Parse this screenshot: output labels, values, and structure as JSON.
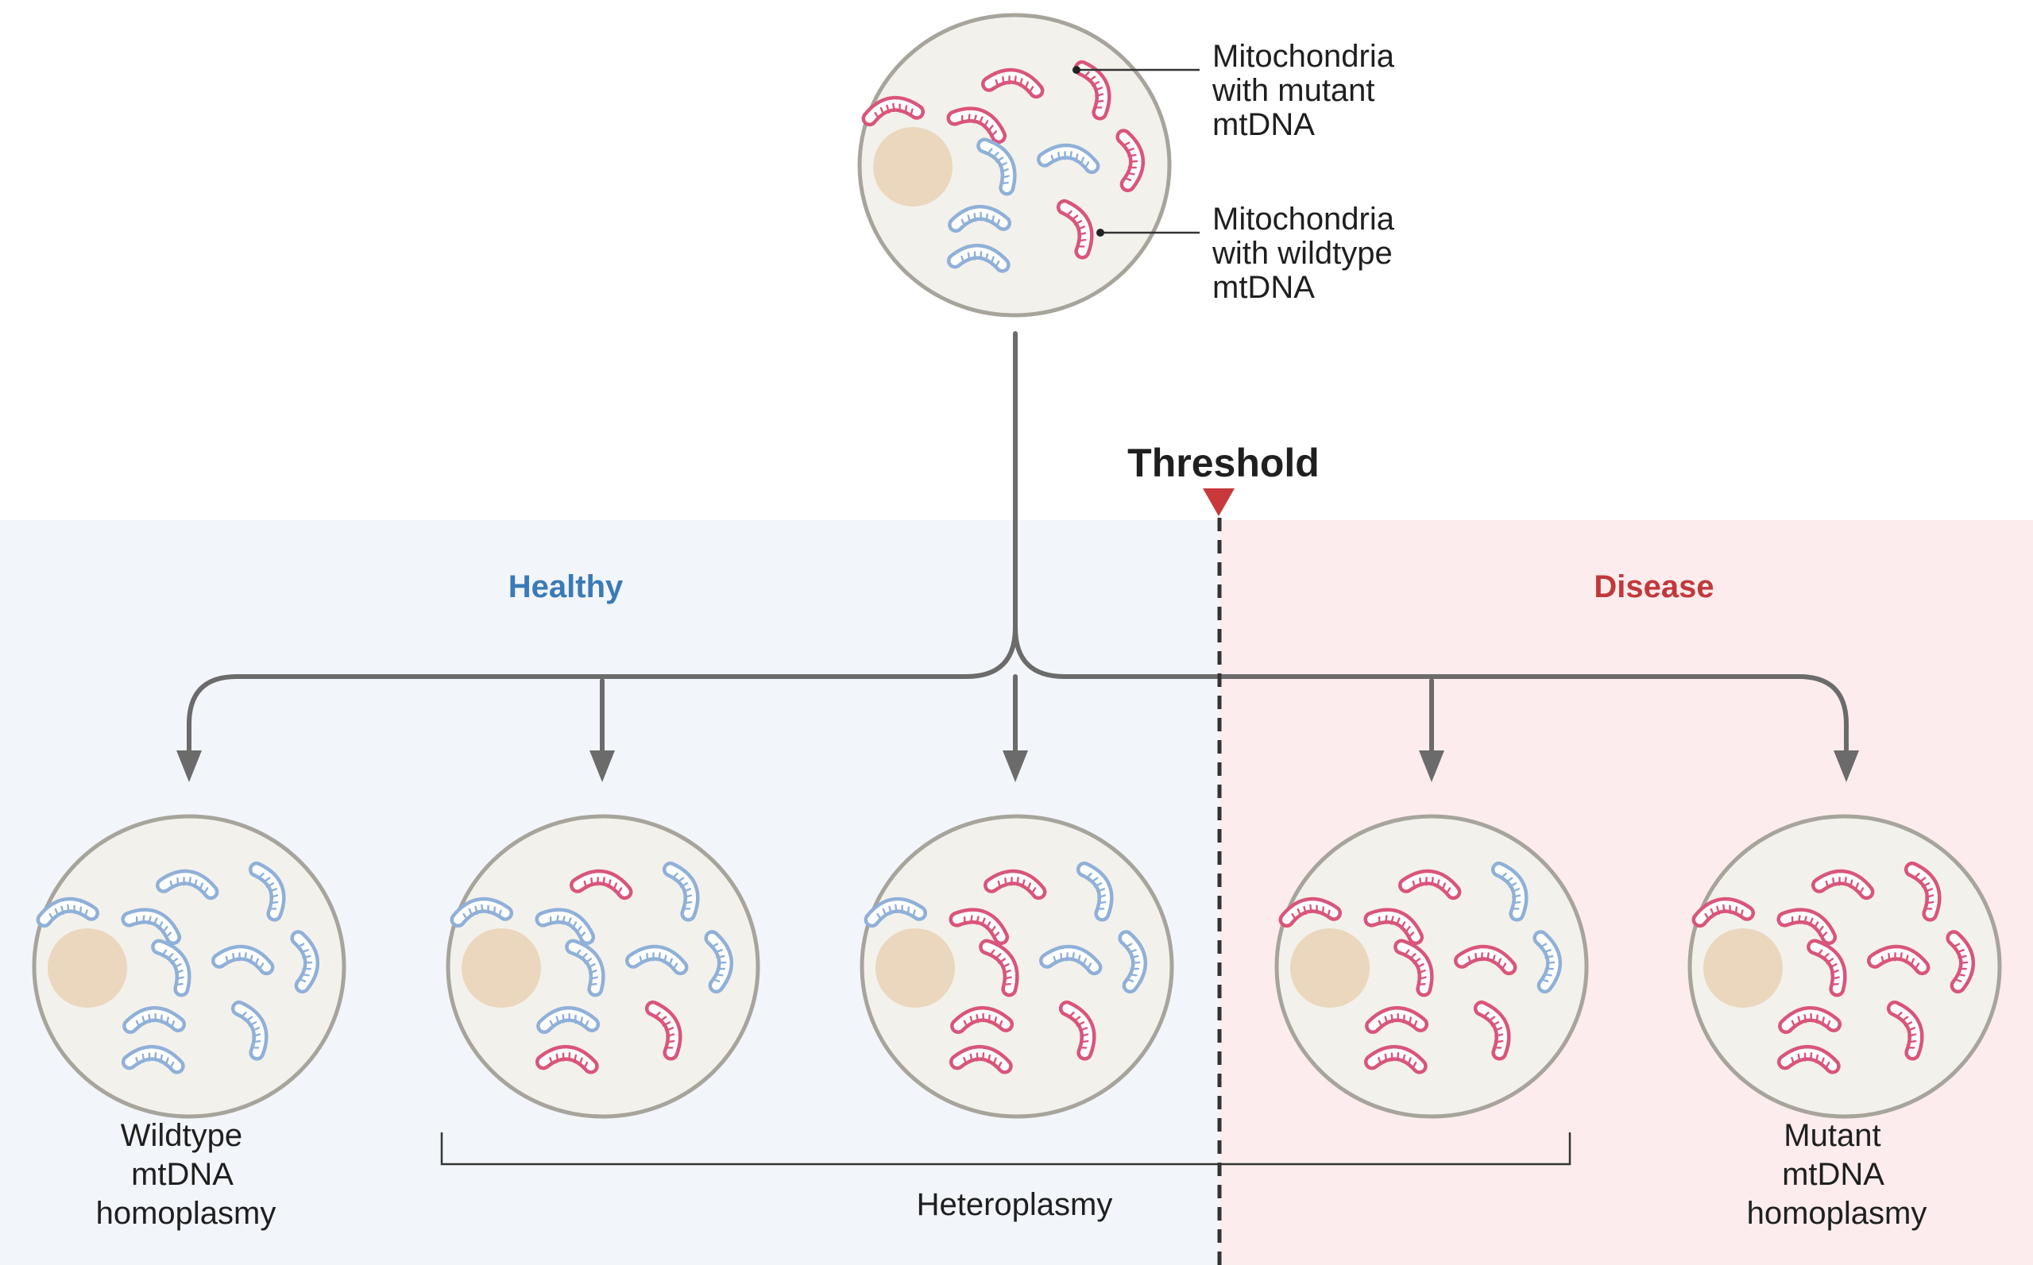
{
  "legend": {
    "mutant": [
      "Mitochondria",
      "with mutant",
      "mtDNA"
    ],
    "wildtype": [
      "Mitochondria",
      "with wildtype",
      "mtDNA"
    ]
  },
  "threshold_label": "Threshold",
  "regions": {
    "healthy": {
      "label": "Healthy",
      "color": "#3a7ab8",
      "background": "#f2f5fa"
    },
    "disease": {
      "label": "Disease",
      "color": "#c0393b",
      "background": "#fdeced"
    }
  },
  "captions": {
    "wildtype_homoplasmy": [
      "Wildtype",
      "mtDNA",
      "homoplasmy"
    ],
    "mutant_homoplasmy": [
      "Mutant",
      "mtDNA",
      "homoplasmy"
    ],
    "heteroplasmy": "Heteroplasmy"
  },
  "colors": {
    "mutant": "#d9557a",
    "wildtype": "#8fb0d8",
    "nucleus": "#ead7bd",
    "cell_fill": "#f3f1ec",
    "cell_stroke": "#a7a49c",
    "arrow": "#6b6b6b",
    "threshold_marker": "#c9383a"
  },
  "cells": [
    {
      "id": "parent",
      "mutant": 6,
      "wildtype": 4
    },
    {
      "id": "cell-1",
      "mutant": 0,
      "wildtype": 10
    },
    {
      "id": "cell-2",
      "mutant": 3,
      "wildtype": 7
    },
    {
      "id": "cell-3",
      "mutant": 5,
      "wildtype": 5
    },
    {
      "id": "cell-4",
      "mutant": 8,
      "wildtype": 2
    },
    {
      "id": "cell-5",
      "mutant": 10,
      "wildtype": 0
    }
  ]
}
